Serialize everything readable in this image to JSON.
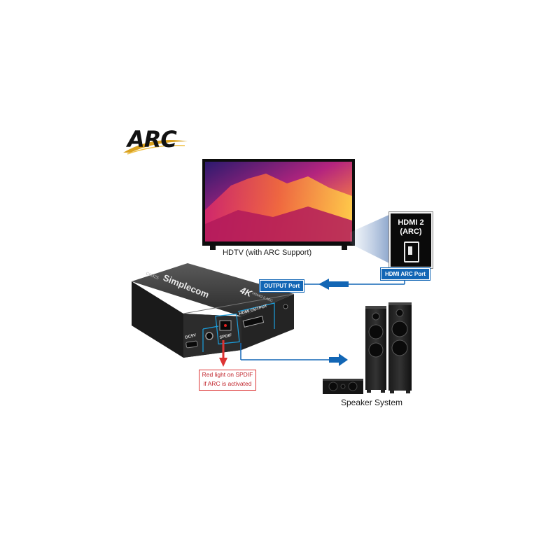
{
  "logo": {
    "text": "ARC"
  },
  "tv": {
    "caption": "HDTV (with ARC Support)"
  },
  "hdmi_port_callout": {
    "line1": "HDMI 2",
    "line2": "(ARC)"
  },
  "tags": {
    "hdmi_arc_port": "HDMI ARC Port",
    "output_port": "OUTPUT Port"
  },
  "device": {
    "brand": "Simplecom",
    "model": "CM425",
    "badge": "4K",
    "subtitle": "HDMI2.0 ARC",
    "port_labels": {
      "dc": "DC5V",
      "spdif": "SPDIF",
      "hdmi_output": "HDMI OUTPUT"
    }
  },
  "note": {
    "line1": "Red light on SPDIF",
    "line2": "if ARC is activated"
  },
  "speaker": {
    "caption": "Speaker System"
  },
  "colors": {
    "arrow_blue": "#1266b5",
    "note_red": "#c0232a",
    "logo_gold": "#d9a11e"
  }
}
